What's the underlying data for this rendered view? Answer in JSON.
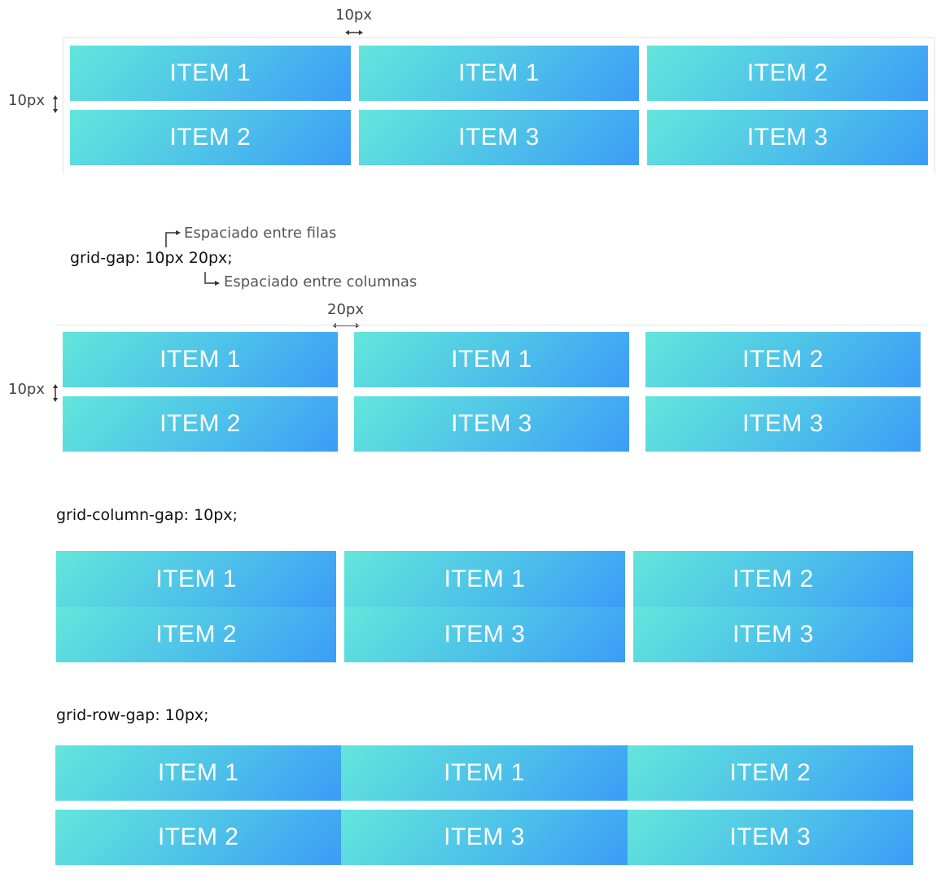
{
  "example1": {
    "col_gap_label": "10px",
    "row_gap_label": "10px",
    "cells": [
      "ITEM 1",
      "ITEM 1",
      "ITEM 2",
      "ITEM 2",
      "ITEM 3",
      "ITEM 3"
    ]
  },
  "syntax": {
    "code": "grid-gap: 10px 20px;",
    "row_note": "Espaciado entre filas",
    "col_note": "Espaciado entre columnas"
  },
  "example2": {
    "col_gap_label": "20px",
    "row_gap_label": "10px",
    "cells": [
      "ITEM 1",
      "ITEM 1",
      "ITEM 2",
      "ITEM 2",
      "ITEM 3",
      "ITEM 3"
    ]
  },
  "example3": {
    "code": "grid-column-gap: 10px;",
    "cells": [
      "ITEM 1",
      "ITEM 1",
      "ITEM 2",
      "ITEM 2",
      "ITEM 3",
      "ITEM 3"
    ]
  },
  "example4": {
    "code": "grid-row-gap: 10px;",
    "cells": [
      "ITEM 1",
      "ITEM 1",
      "ITEM 2",
      "ITEM 2",
      "ITEM 3",
      "ITEM 3"
    ]
  },
  "colors": {
    "gradient_start": "#63e6db",
    "gradient_end": "#3b9cf8",
    "cell_text": "#ffffff",
    "annotation_text": "#444444"
  }
}
